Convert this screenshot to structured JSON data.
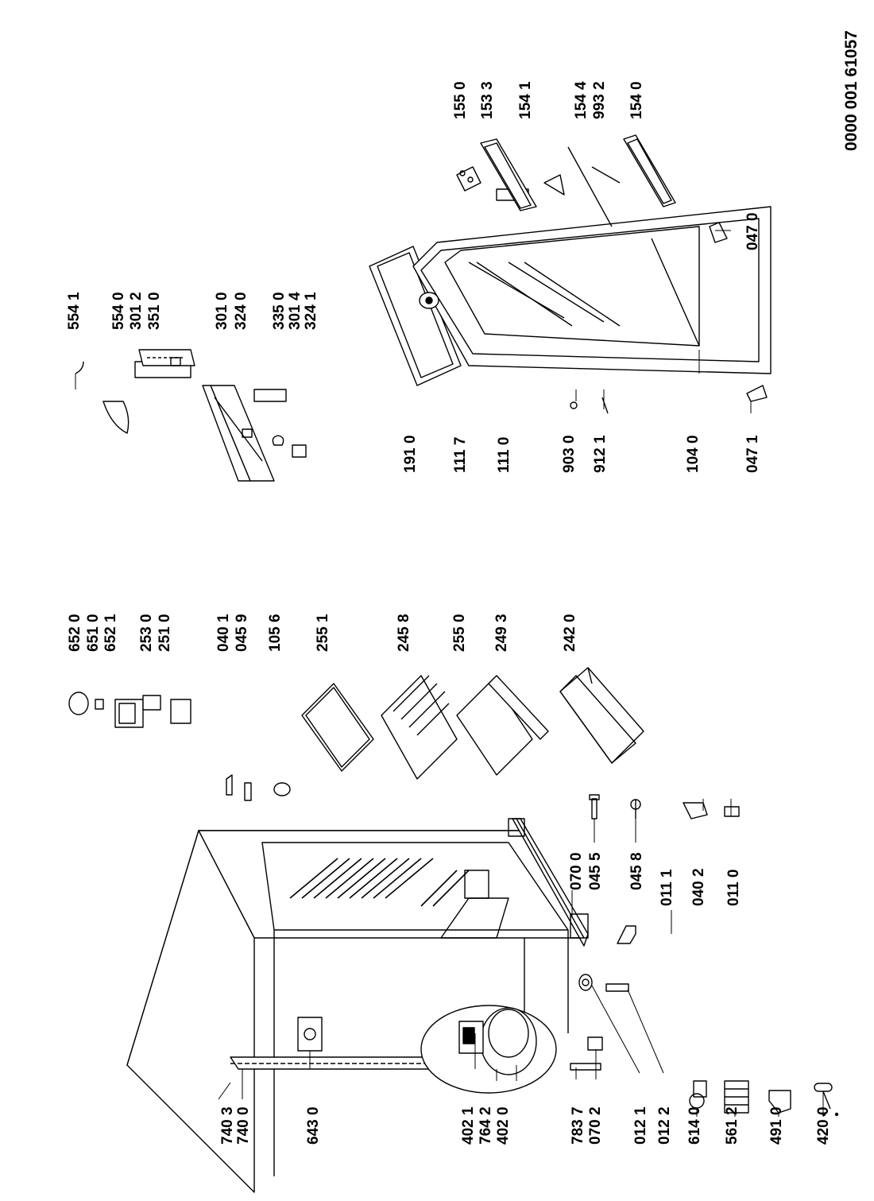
{
  "document_number": "0000 001 61057",
  "part_labels": [
    "740 3",
    "740 0",
    "643 0",
    "402 1",
    "764 2",
    "402 0",
    "783 7",
    "070 2",
    "012 1",
    "012 2",
    "614 0",
    "561 2",
    "491 0",
    "420 0",
    "011 1",
    "040 2",
    "011 0",
    "070 0",
    "045 5",
    "045 8",
    "652 0",
    "651 0",
    "652 1",
    "253 0",
    "251 0",
    "040 1",
    "045 9",
    "105 6",
    "255 1",
    "245 8",
    "255 0",
    "249 3",
    "242 0",
    "554 1",
    "554 0",
    "301 2",
    "351 0",
    "301 0",
    "324 0",
    "335 0",
    "301 4",
    "324 1",
    "191 0",
    "111 7",
    "111 0",
    "903 0",
    "912 1",
    "104 0",
    "047 1",
    "047 0",
    "155 0",
    "153 3",
    "154 1",
    "154 4",
    "993 2",
    "154 0"
  ]
}
